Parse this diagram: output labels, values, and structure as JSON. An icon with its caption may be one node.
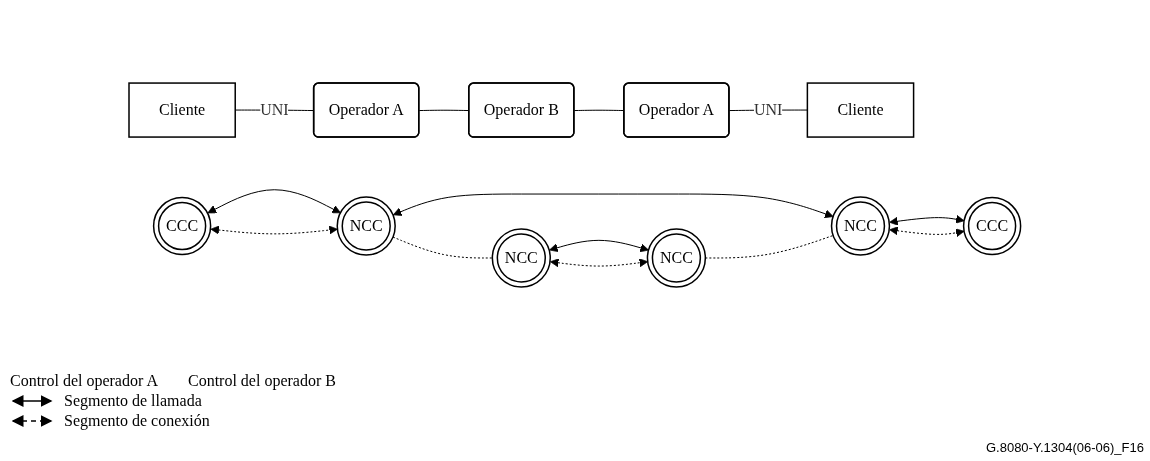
{
  "diagram": {
    "nodes": [
      {
        "text": [
          "Cliente"
        ]
      },
      {
        "text": [
          "Operador A"
        ]
      },
      {
        "text": [
          "Operador B"
        ]
      },
      {
        "text": [
          "Operador A"
        ]
      },
      {
        "text": [
          "Cliente"
        ]
      },
      {
        "text": [
          "CCC"
        ]
      },
      {
        "text": [
          "NCC"
        ]
      },
      {
        "text": [
          "NCC"
        ]
      },
      {
        "text": [
          "CCC"
        ]
      },
      {
        "text": [
          "NCC"
        ]
      },
      {
        "text": [
          "NCC"
        ]
      }
    ],
    "edges": [
      {
        "from": 0,
        "to": 1,
        "arrow": "none",
        "label": "UNI"
      },
      {
        "from": 1,
        "to": 2,
        "arrow": "none"
      },
      {
        "from": 2,
        "to": 3,
        "arrow": "none"
      },
      {
        "from": 3,
        "to": 4,
        "arrow": "none",
        "label": "UNI"
      },
      {
        "from": 5,
        "to": 6,
        "arrow": "both"
      },
      {
        "from": 5,
        "to": 6,
        "arrow": "both",
        "style": "dashed"
      },
      {
        "from": 6,
        "to": 7,
        "arrow": "both"
      },
      {
        "from": 7,
        "to": 8,
        "arrow": "both"
      },
      {
        "from": 7,
        "to": 8,
        "arrow": "both",
        "style": "dashed"
      },
      {
        "from": 6,
        "to": 9,
        "arrow": "none",
        "style": "dashed"
      },
      {
        "from": 9,
        "to": 10,
        "arrow": "both"
      },
      {
        "from": 9,
        "to": 10,
        "arrow": "both",
        "style": "dashed"
      },
      {
        "from": 10,
        "to": 7,
        "arrow": "none",
        "style": "dashed"
      }
    ],
    "labels": [
      "Control del operador A",
      "Control del operador B",
      "G.8080-Y.1304(06-06)_F16"
    ],
    "legend": [
      {
        "text": "Segmento de llamada"
      },
      {
        "text": "Segmento de conexión"
      }
    ]
  }
}
